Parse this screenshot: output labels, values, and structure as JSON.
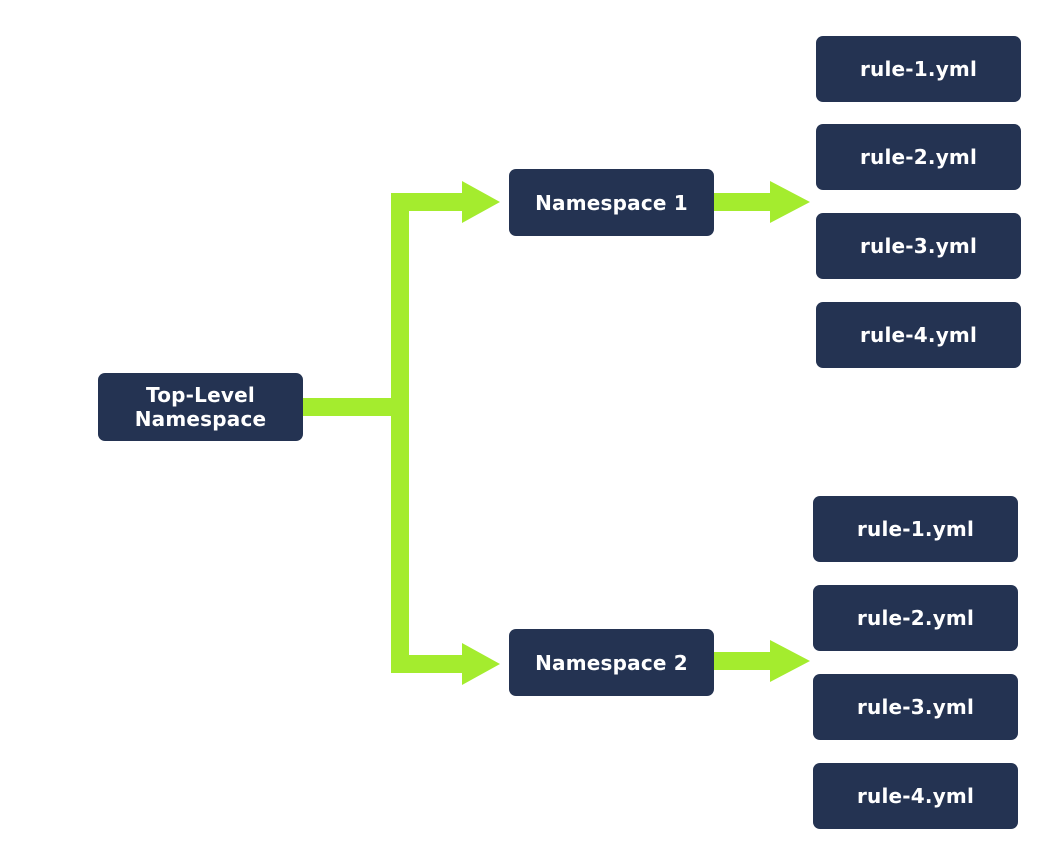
{
  "diagram": {
    "root": {
      "label_line1": "Top-Level",
      "label_line2": "Namespace"
    },
    "namespaces": [
      {
        "label": "Namespace 1",
        "rules": [
          "rule-1.yml",
          "rule-2.yml",
          "rule-3.yml",
          "rule-4.yml"
        ]
      },
      {
        "label": "Namespace 2",
        "rules": [
          "rule-1.yml",
          "rule-2.yml",
          "rule-3.yml",
          "rule-4.yml"
        ]
      }
    ],
    "colors": {
      "node_fill": "#243352",
      "node_text": "#ffffff",
      "connector": "#a4ec2e",
      "background": "#ffffff"
    }
  }
}
